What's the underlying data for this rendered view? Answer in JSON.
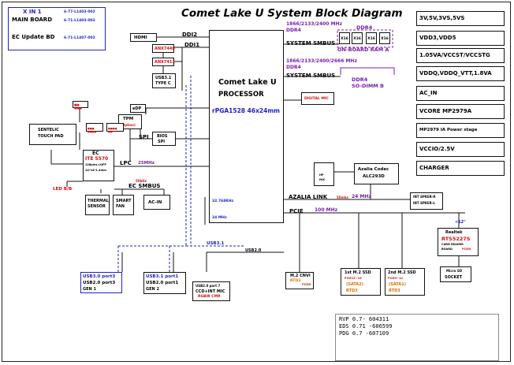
{
  "title": "Comet Lake U System Block Diagram",
  "top_left": {
    "xin1": "X IN 1",
    "xin1_pn": "6-77-L1403-002",
    "main_board": "MAIN BOARD",
    "main_board_pn": "6-71-L1403-002",
    "ec_board": "EC Update BD",
    "ec_board_pn": "6-71-L1407-002"
  },
  "cpu": {
    "name": "Comet Lake U",
    "name2": "PROCESSOR",
    "package": "rPGA1528 46x24mm",
    "clk1": "32.768KHz",
    "clk2": "24 MHz"
  },
  "memory": {
    "speed_a": "1866/2133/2400 MHz",
    "type_a": "DDR4",
    "smbus_a": "SYSTEM SMBUS",
    "ddr4_a": "DDR4",
    "ram_a": "ON-BOARD RAM A",
    "chips": [
      "X16",
      "X16",
      "X16",
      "X16"
    ],
    "speed_b": "1866/2133/2400/2666 MHz",
    "type_b": "DDR4",
    "smbus_b": "SYSTEM SMBUS",
    "ddr4_b": "DDR4",
    "sodimm_b": "SO-DIMM B"
  },
  "display": {
    "hdmi": "HDMI",
    "ddi2": "DDI2",
    "ddi1": "DDI1",
    "anx7440": "ANX7440",
    "anx7411": "ANX7411",
    "usb31_typec_1": "USB3.1",
    "usb31_typec_2": "TYPE C",
    "edp": "eDP",
    "panel": "■■ ■■■"
  },
  "misc": {
    "digital_mic": "DIGITAL MIC",
    "tpm": "TPM",
    "tpm_opt": "(Option)",
    "spi": "SPI",
    "bios1": "BIOS",
    "bios2": "SPI",
    "touchpad1": "SENTELIC",
    "touchpad2": "TOUCH PAD",
    "kb": "■■■ ■■■■",
    "kb2": "■■■■ ■■",
    "ec": "EC",
    "ec_chip": "ITE 5570",
    "ec_pkg1": "128pins LQFP",
    "ec_pkg2": "14*14*1.4mm",
    "lpc": "LPC",
    "lpc_speed": "25MHz",
    "ec_smbus": "EC SMBUS",
    "ec_smbus_speed": "50kHz",
    "led": "LED B/B",
    "thermal1": "THERMAL",
    "thermal2": "SENSOR",
    "fan1": "SMART",
    "fan2": "FAN",
    "acin": "AC-IN"
  },
  "audio": {
    "codec1": "Azalia Codec",
    "codec2": "ALC293D",
    "mic1": "HP",
    "mic2": "MIC",
    "azalia": "AZALIA LINK",
    "azalia_speed": "24 MHz",
    "azalia_small": "50mhz",
    "spk_r": "INT SPKER-R",
    "spk_l": "INT SPKER-L"
  },
  "pcie": {
    "label": "PCIE",
    "speed": "100 MHz",
    "usb31": "USB3.1",
    "usb20": "USB2.0",
    "wlan1": "M.2 CNVI",
    "wlan2": "RTD3",
    "wlan3": "PCIE6",
    "ssd1_1": "1st M.2 SSD",
    "ssd1_2": "PCIE13~16",
    "ssd1_3": "(SATA2)",
    "ssd1_4": "RTD3",
    "ssd2_1": "2nd M.2 SSD",
    "ssd2_2": "PCIE9~12",
    "ssd2_3": "(SATA1)",
    "ssd2_4": "RTD3",
    "reader_tag": "<12\"",
    "reader1": "Realtek",
    "reader2": "RTS5227S",
    "reader3": "CARD READER",
    "reader4": "BOARD",
    "reader5": "PCIE6",
    "sd1": "Micro SD",
    "sd2": "SOCKET"
  },
  "usb": {
    "p3_1": "USB3.0 port3",
    "p3_2": "USB2.0 port3",
    "p3_3": "GEN 1",
    "p1_1": "USB3.1 port1",
    "p1_2": "USB2.0 port1",
    "p1_3": "GEN 2",
    "p7_1": "USB2.0 port 7",
    "p7_2": "CCD+INT MIC",
    "p7_3": "RGBIR CMR"
  },
  "power": [
    "3V,5V,3VS,5VS",
    "VDD3,VDD5",
    "1.05VA/VCCST/VCCSTG",
    "VDDQ,VDDQ_VTT,1.8VA",
    "AC_IN",
    "VCORE  MP2979A",
    "MP2979 IA Power stage",
    "VCCIO/2.5V",
    "CHARGER"
  ],
  "revision": {
    "rvp": "RVP  0.7- 604311",
    "eds": "EDS  0.71 -606599",
    "pdg": "PDG  0.7 -607109"
  }
}
